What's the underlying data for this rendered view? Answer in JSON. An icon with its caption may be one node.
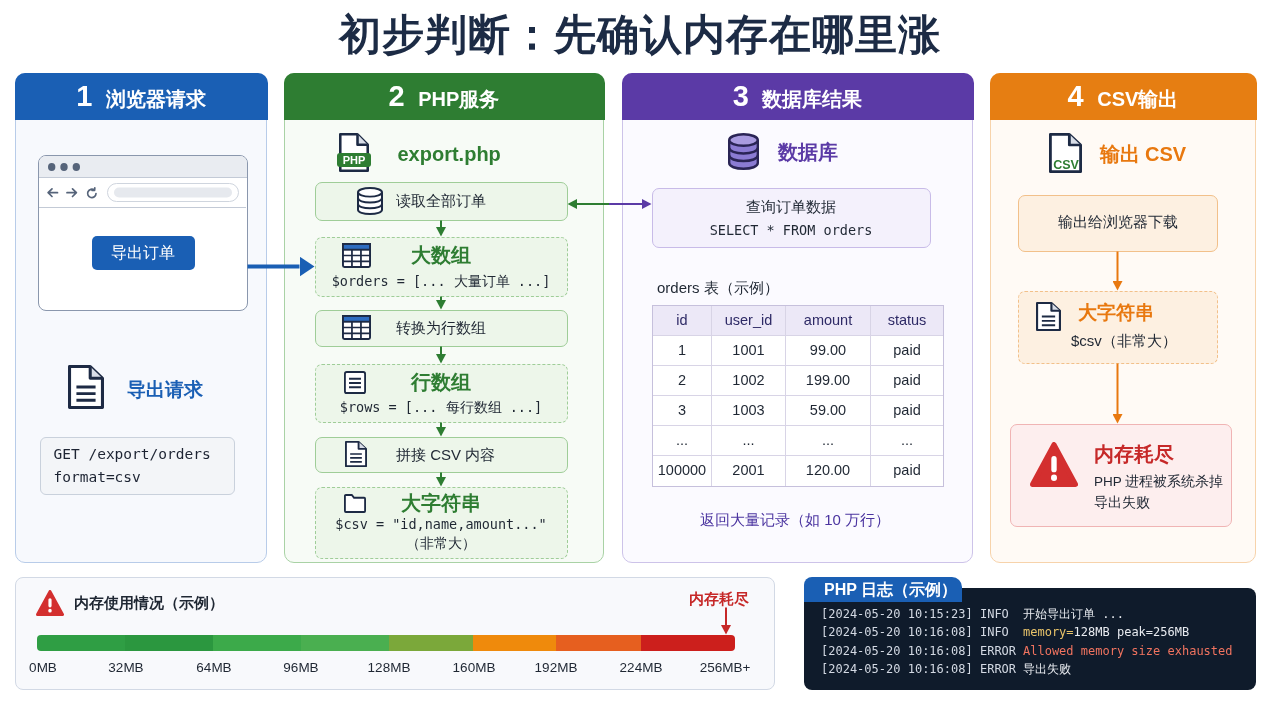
{
  "diagram": {
    "title": "初步判断：先确认内存在哪里涨",
    "nodes": [
      {
        "text": [
          "1 浏览器请求"
        ]
      },
      {
        "text": [
          "导出订单"
        ],
        "in": 0
      },
      {
        "text": [
          "导出请求",
          "GET /export/orders format=csv"
        ],
        "in": 0
      },
      {
        "text": [
          "2 PHP服务",
          "export.php"
        ]
      },
      {
        "text": [
          "读取全部订单"
        ],
        "in": 3
      },
      {
        "text": [
          "大数组",
          "$orders = [... 大量订单 ...]"
        ],
        "in": 3
      },
      {
        "text": [
          "转换为行数组"
        ],
        "in": 3
      },
      {
        "text": [
          "行数组",
          "$rows = [... 每行数组 ...]"
        ],
        "in": 3
      },
      {
        "text": [
          "拼接 CSV 内容"
        ],
        "in": 3
      },
      {
        "text": [
          "大字符串",
          "$csv = \"id,name,amount...\"",
          "（非常大）"
        ],
        "in": 3
      },
      {
        "text": [
          "3 数据库结果",
          "数据库"
        ]
      },
      {
        "text": [
          "查询订单数据",
          "SELECT * FROM orders"
        ],
        "in": 10
      },
      {
        "text": [
          "4 CSV输出",
          "输出 CSV"
        ]
      },
      {
        "text": [
          "输出给浏览器下载"
        ],
        "in": 12
      },
      {
        "text": [
          "大字符串",
          "$csv（非常大）"
        ],
        "in": 12
      },
      {
        "text": [
          "内存耗尽",
          "PHP 进程被系统杀掉",
          "导出失败"
        ],
        "in": 12
      },
      {
        "text": [
          "内存使用情况（示例）"
        ]
      },
      {
        "text": [],
        "shape": "bar",
        "in": 16
      },
      {
        "text": [
          "内存耗尽"
        ],
        "in": 16
      },
      {
        "text": [
          "PHP 日志（示例）",
          "[2024-05-20 10:15:23] INFO",
          "开始导出订单 ...",
          "[2024-05-20 10:16:08] INFO",
          "memory=128MB peak=256MB",
          "[2024-05-20 10:16:08] ERROR",
          "Allowed memory size exhausted",
          "[2024-05-20 10:16:08] ERROR",
          "导出失败"
        ]
      }
    ],
    "edges": [
      {
        "from": 1,
        "to": 5,
        "arrow": "to",
        "style": "thick",
        "color": "#1a5fb4"
      },
      {
        "from": 4,
        "to": 11,
        "arrow": "both",
        "color": "#5b3aa6"
      },
      {
        "from": 4,
        "to": 5,
        "arrow": "to"
      },
      {
        "from": 5,
        "to": 6,
        "arrow": "to"
      },
      {
        "from": 6,
        "to": 7,
        "arrow": "to"
      },
      {
        "from": 7,
        "to": 8,
        "arrow": "to"
      },
      {
        "from": 8,
        "to": 9,
        "arrow": "to"
      },
      {
        "from": 13,
        "to": 14,
        "arrow": "to",
        "color": "#e8780f"
      },
      {
        "from": 14,
        "to": 15,
        "arrow": "to",
        "color": "#e8780f"
      },
      {
        "from": 18,
        "to": 17,
        "arrow": "to",
        "color": "#c62828"
      }
    ],
    "labels": [
      "PHP",
      "CSV",
      "orders 表（示例）",
      "id",
      "user_id",
      "amount",
      "status",
      "1",
      "1001",
      "99.00",
      "paid",
      "2",
      "1002",
      "199.00",
      "paid",
      "3",
      "1003",
      "59.00",
      "paid",
      "...",
      "...",
      "...",
      "...",
      "100000",
      "2001",
      "120.00",
      "paid",
      "返回大量记录（如 10 万行）",
      "0MB",
      "32MB",
      "64MB",
      "96MB",
      "128MB",
      "160MB",
      "192MB",
      "224MB",
      "256MB+"
    ]
  }
}
